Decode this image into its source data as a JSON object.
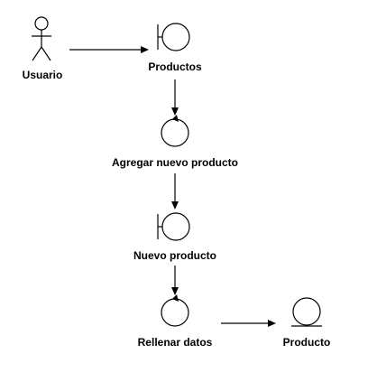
{
  "diagram": {
    "type": "robustness-diagram",
    "nodes": [
      {
        "id": "usuario",
        "kind": "actor",
        "label": "Usuario"
      },
      {
        "id": "productos",
        "kind": "boundary",
        "label": "Productos"
      },
      {
        "id": "agregar",
        "kind": "control",
        "label": "Agregar nuevo producto"
      },
      {
        "id": "nuevo",
        "kind": "boundary",
        "label": "Nuevo producto"
      },
      {
        "id": "rellenar",
        "kind": "control",
        "label": "Rellenar datos"
      },
      {
        "id": "producto",
        "kind": "entity",
        "label": "Producto"
      }
    ],
    "edges": [
      {
        "from": "usuario",
        "to": "productos"
      },
      {
        "from": "productos",
        "to": "agregar"
      },
      {
        "from": "agregar",
        "to": "nuevo"
      },
      {
        "from": "nuevo",
        "to": "rellenar"
      },
      {
        "from": "rellenar",
        "to": "producto"
      }
    ]
  }
}
